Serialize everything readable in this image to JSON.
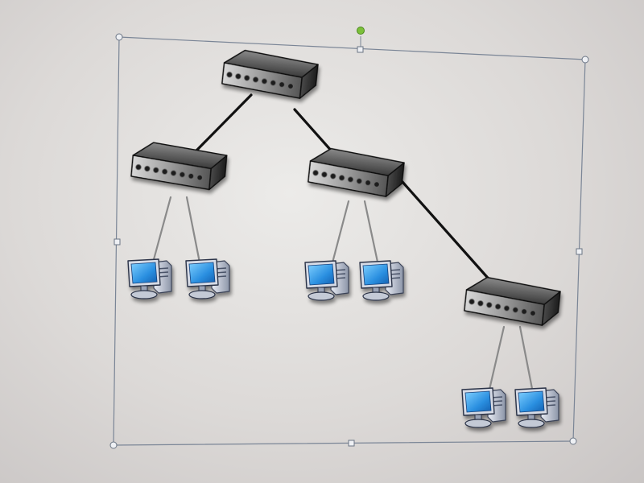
{
  "diagram": {
    "type": "network-topology",
    "nodes": [
      {
        "id": "switch-root",
        "kind": "switch"
      },
      {
        "id": "switch-left",
        "kind": "switch"
      },
      {
        "id": "switch-middle",
        "kind": "switch"
      },
      {
        "id": "switch-right",
        "kind": "switch"
      },
      {
        "id": "pc-1",
        "kind": "workstation"
      },
      {
        "id": "pc-2",
        "kind": "workstation"
      },
      {
        "id": "pc-3",
        "kind": "workstation"
      },
      {
        "id": "pc-4",
        "kind": "workstation"
      },
      {
        "id": "pc-5",
        "kind": "workstation"
      },
      {
        "id": "pc-6",
        "kind": "workstation"
      }
    ],
    "edges": [
      {
        "from": "switch-root",
        "to": "switch-left",
        "style": "trunk"
      },
      {
        "from": "switch-root",
        "to": "switch-middle",
        "style": "trunk"
      },
      {
        "from": "switch-middle",
        "to": "switch-right",
        "style": "trunk"
      },
      {
        "from": "switch-left",
        "to": "pc-1",
        "style": "access"
      },
      {
        "from": "switch-left",
        "to": "pc-2",
        "style": "access"
      },
      {
        "from": "switch-middle",
        "to": "pc-3",
        "style": "access"
      },
      {
        "from": "switch-middle",
        "to": "pc-4",
        "style": "access"
      },
      {
        "from": "switch-right",
        "to": "pc-5",
        "style": "access"
      },
      {
        "from": "switch-right",
        "to": "pc-6",
        "style": "access"
      }
    ]
  },
  "colors": {
    "trunk_line": "#111111",
    "access_line": "#8a8a8a",
    "selection_border": "#7a8596",
    "rotation_handle": "#7cc03a",
    "monitor_screen": "#2a8fe0"
  }
}
